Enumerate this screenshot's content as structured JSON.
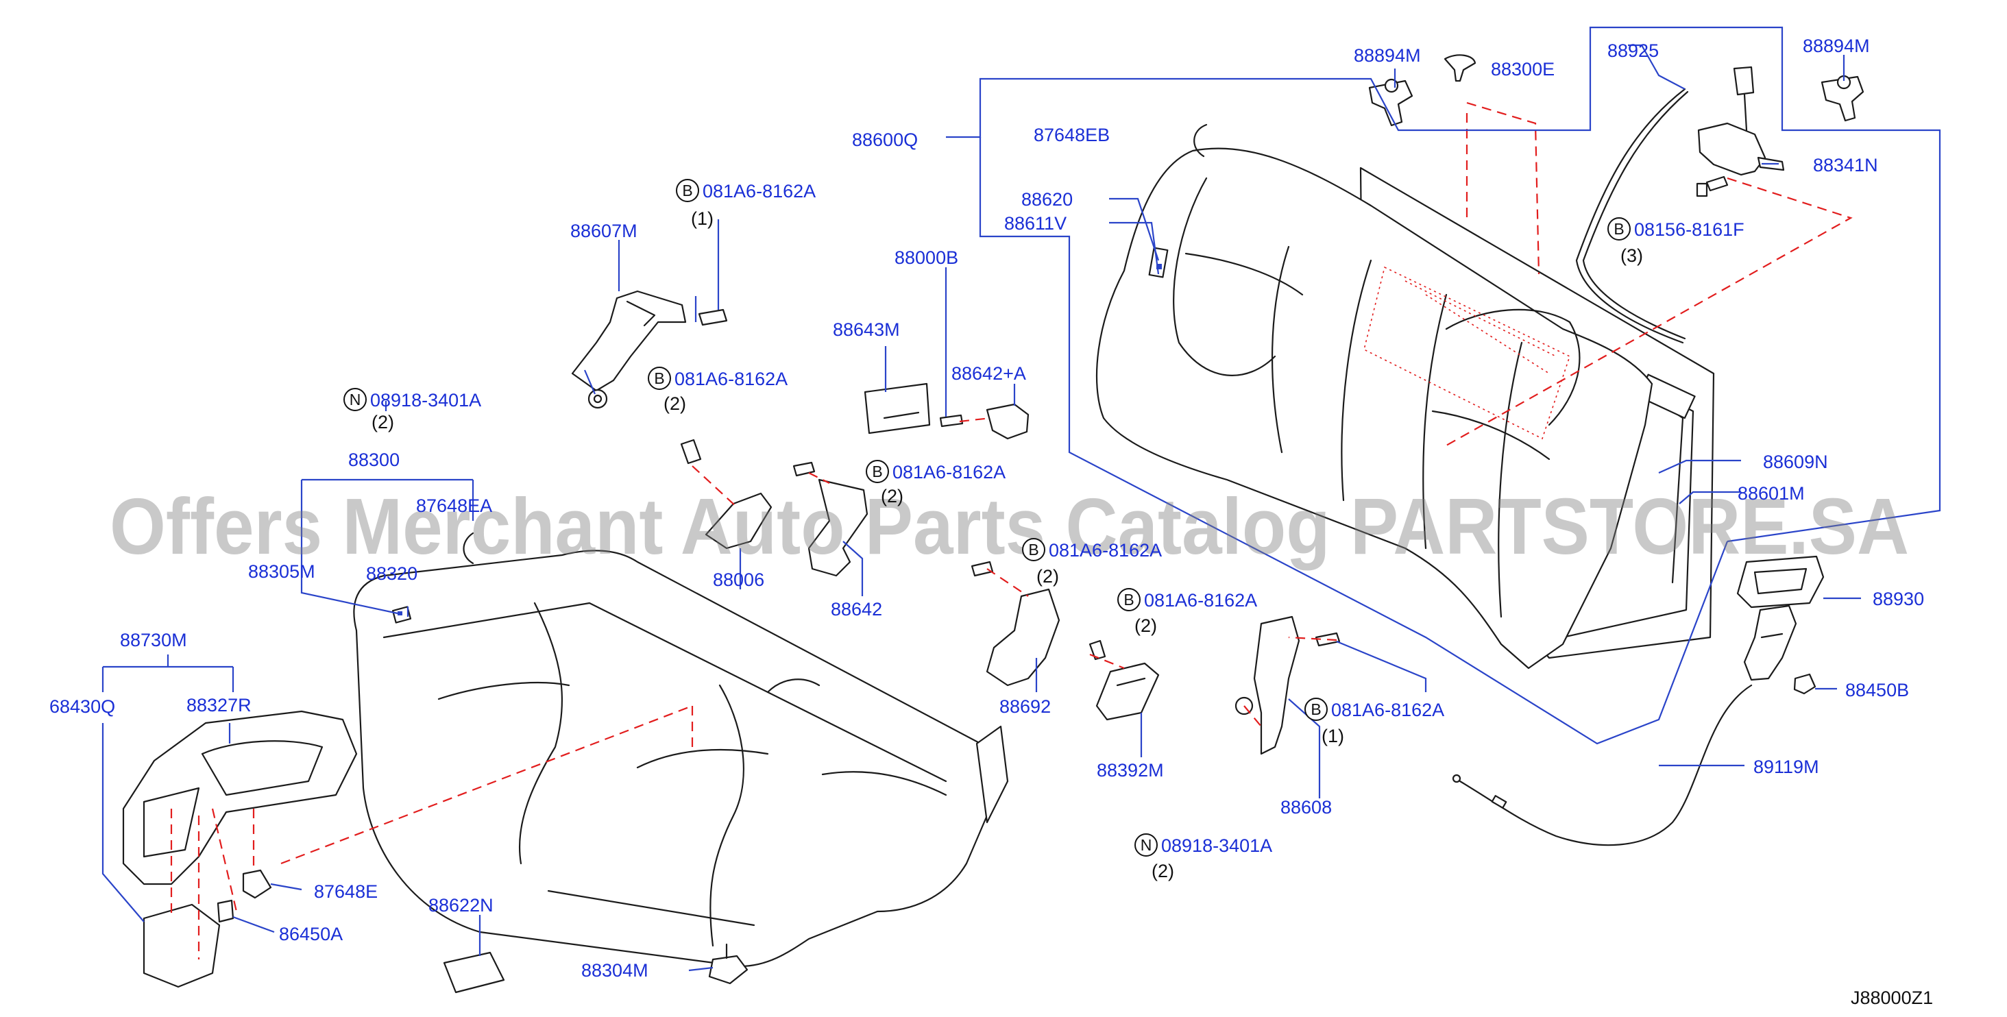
{
  "watermark": "Offers Merchant Auto Parts Catalog PARTSTORE.SA",
  "diagram_code": "J88000Z1",
  "parts": {
    "p88894M_left": "88894M",
    "p88300E": "88300E",
    "p88925": "88925",
    "p88894M_right": "88894M",
    "p88600Q": "88600Q",
    "p87648EB": "87648EB",
    "p88341N": "88341N",
    "p88620": "88620",
    "p88611V": "88611V",
    "p88607M": "88607M",
    "p88000B": "88000B",
    "p88643M": "88643M",
    "p88642plusA": "88642+A",
    "p88300": "88300",
    "p87648EA": "87648EA",
    "p88305M": "88305M",
    "p88320": "88320",
    "p88006": "88006",
    "p88642": "88642",
    "p88609N": "88609N",
    "p88601M": "88601M",
    "p88930": "88930",
    "p88450B": "88450B",
    "p88692": "88692",
    "p88392M": "88392M",
    "p88608": "88608",
    "p89119M": "89119M",
    "p88730M": "88730M",
    "p68430Q": "68430Q",
    "p88327R": "88327R",
    "p87648E": "87648E",
    "p86450A": "86450A",
    "p88622N": "88622N",
    "p88304M": "88304M"
  },
  "fasteners": {
    "f1": {
      "mark": "B",
      "code": "081A6-8162A",
      "qty": "(1)"
    },
    "f2": {
      "mark": "N",
      "code": "08918-3401A",
      "qty": "(2)"
    },
    "f3": {
      "mark": "B",
      "code": "081A6-8162A",
      "qty": "(2)"
    },
    "f4": {
      "mark": "B",
      "code": "081A6-8162A",
      "qty": "(2)"
    },
    "f5": {
      "mark": "B",
      "code": "08156-8161F",
      "qty": "(3)"
    },
    "f6": {
      "mark": "B",
      "code": "081A6-8162A",
      "qty": "(2)"
    },
    "f7": {
      "mark": "B",
      "code": "081A6-8162A",
      "qty": "(2)"
    },
    "f8": {
      "mark": "B",
      "code": "081A6-8162A",
      "qty": "(1)"
    },
    "f9": {
      "mark": "N",
      "code": "08918-3401A",
      "qty": "(2)"
    }
  }
}
